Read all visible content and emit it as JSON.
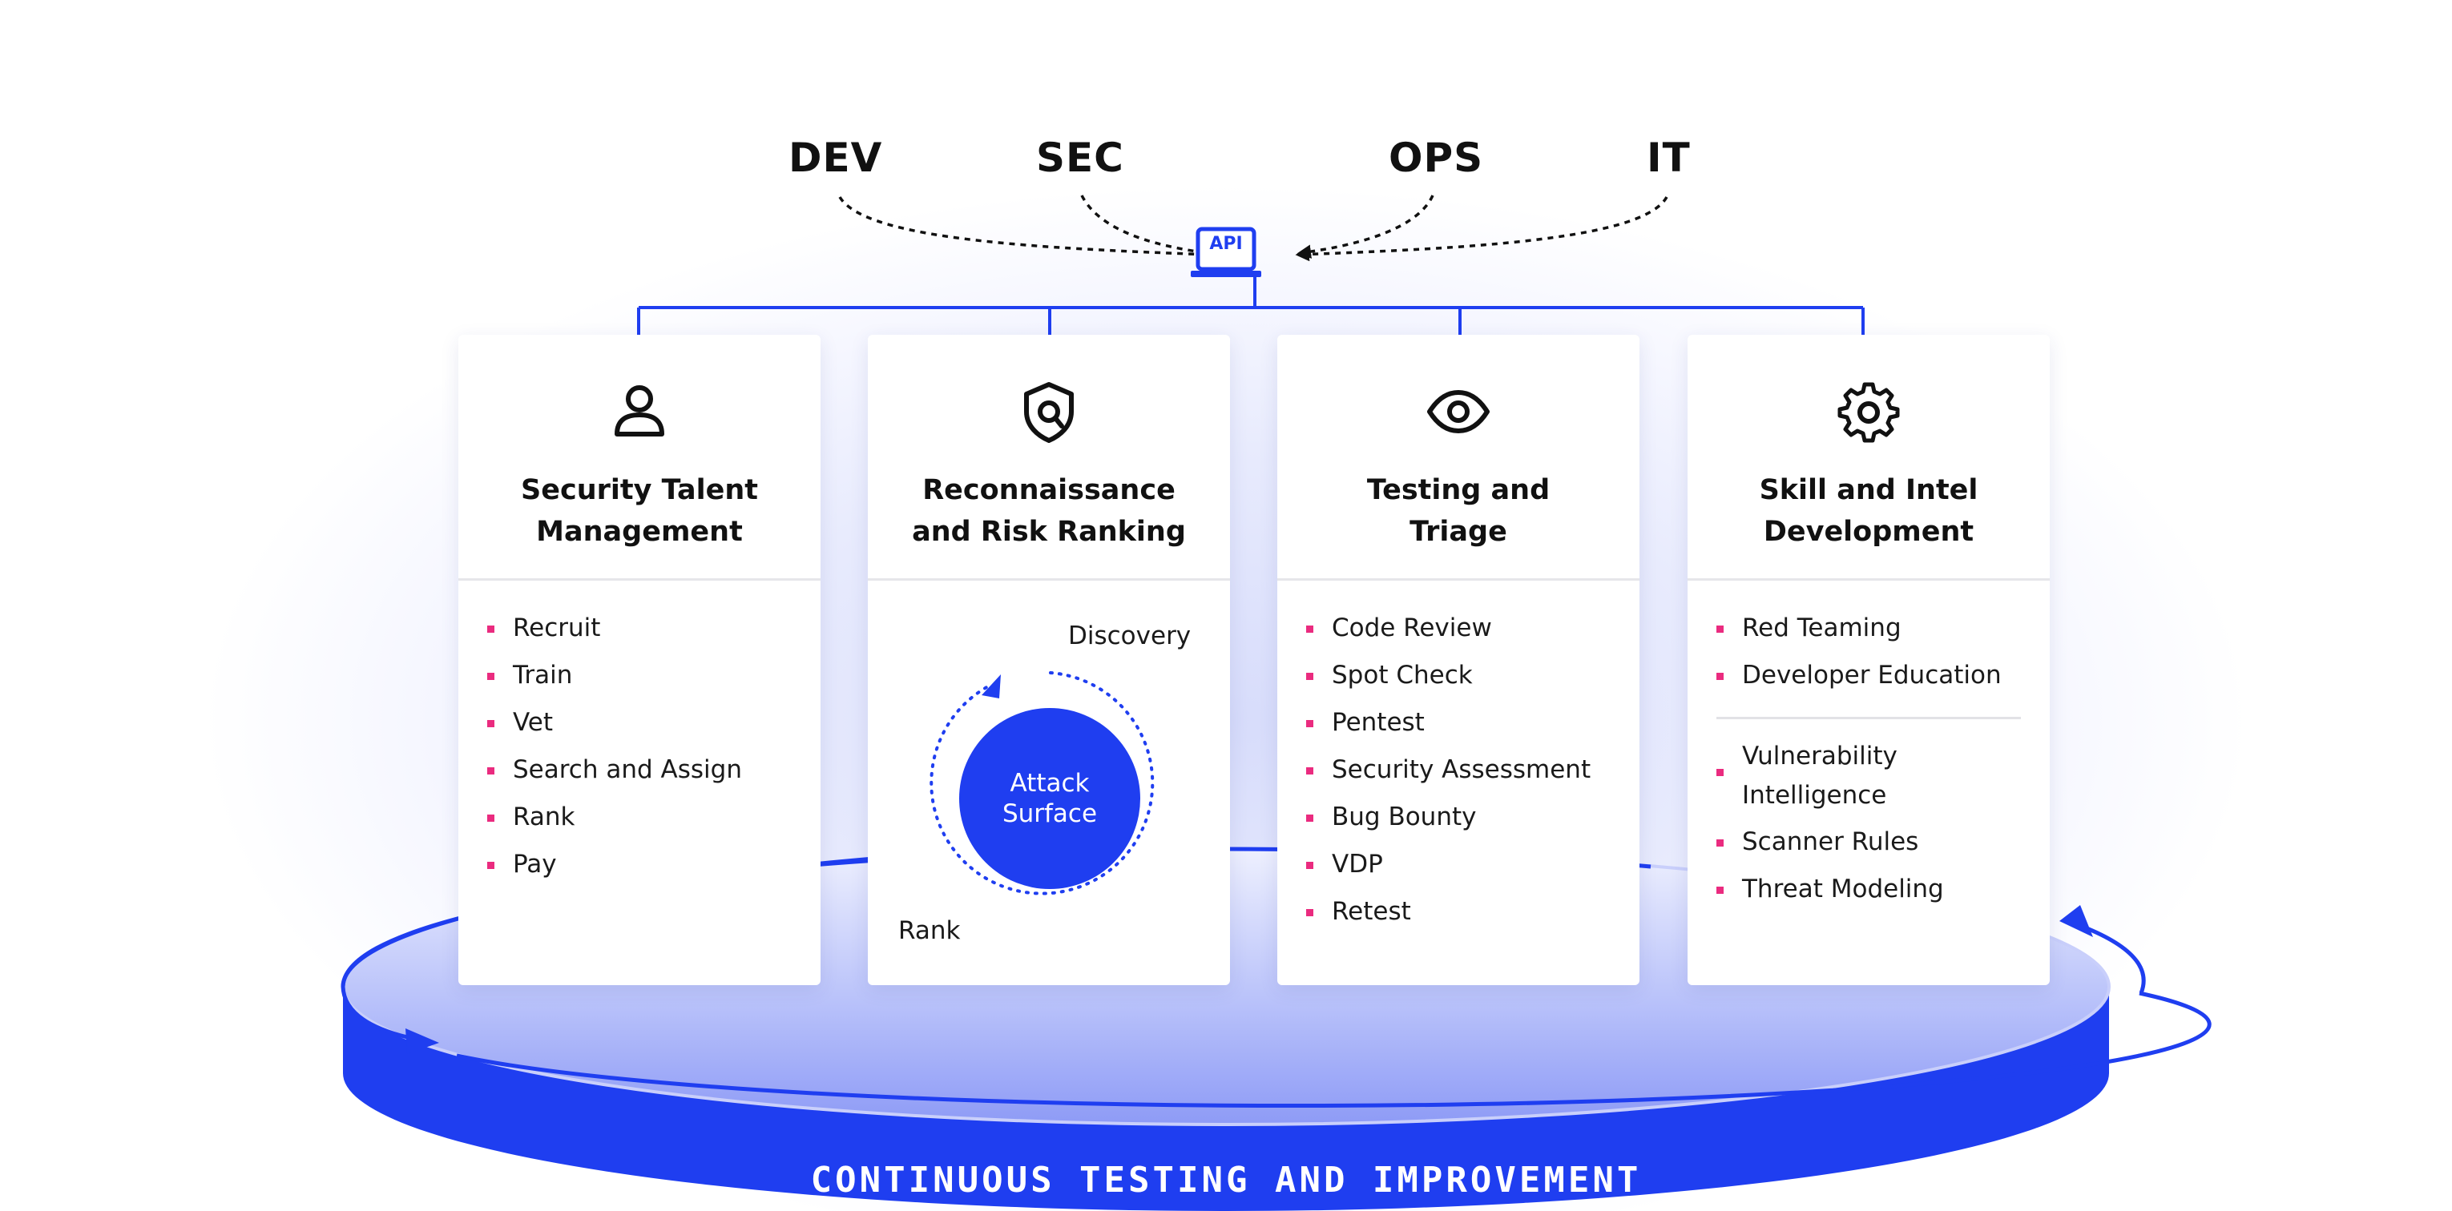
{
  "teams": [
    "DEV",
    "SEC",
    "OPS",
    "IT"
  ],
  "hub": {
    "label": "API"
  },
  "cards": [
    {
      "icon": "user-icon",
      "title_line1": "Security Talent",
      "title_line2": "Management",
      "items": [
        "Recruit",
        "Train",
        "Vet",
        "Search and Assign",
        "Rank",
        "Pay"
      ]
    },
    {
      "icon": "shield-search-icon",
      "title_line1": "Reconnaissance",
      "title_line2": "and Risk Ranking",
      "cycle": {
        "top_label": "Discovery",
        "center_line1": "Attack",
        "center_line2": "Surface",
        "bottom_label": "Rank"
      }
    },
    {
      "icon": "eye-icon",
      "title_line1": "Testing and",
      "title_line2": "Triage",
      "items": [
        "Code Review",
        "Spot Check",
        "Pentest",
        "Security Assessment",
        "Bug Bounty",
        "VDP",
        "Retest"
      ]
    },
    {
      "icon": "gear-icon",
      "title_line1": "Skill and Intel",
      "title_line2": "Development",
      "items_top": [
        "Red Teaming",
        "Developer Education"
      ],
      "items_bottom": [
        "Vulnerability Intelligence",
        "Scanner Rules",
        "Threat Modeling"
      ]
    }
  ],
  "base": {
    "label": "CONTINUOUS TESTING AND IMPROVEMENT"
  },
  "colors": {
    "accent_blue": "#1f3ef0",
    "bullet_pink": "#ea2b7f",
    "text": "#111111"
  }
}
